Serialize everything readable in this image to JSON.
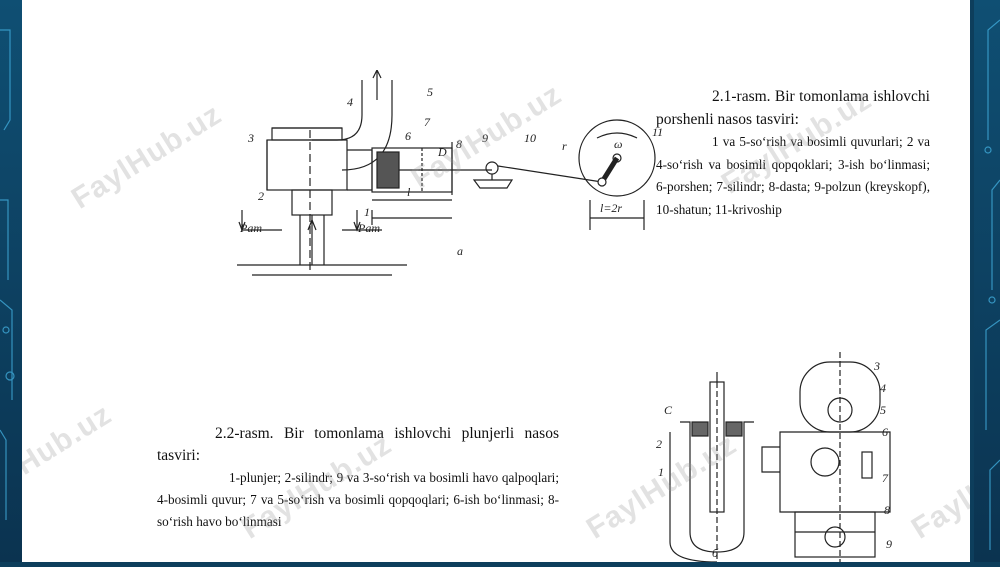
{
  "figure1": {
    "title": "2.1-rasm. Bir tomonlama ishlovchi porshenli nasos tasviri:",
    "legend": "1 va 5-so‘rish va bosimli quvurlari; 2 va 4-so‘rish va bosimli qopqoklari; 3-ish bo‘linmasi; 6-porshen; 7-silindr; 8-dasta; 9-polzun (kreyskopf), 10-shatun; 11-krivoship",
    "labels": {
      "n1": "1",
      "n2": "2",
      "n3": "3",
      "n4": "4",
      "n5": "5",
      "n6": "6",
      "n7": "7",
      "n8": "8",
      "n9": "9",
      "n10": "10",
      "n11": "11",
      "p_left": "Pam",
      "p_right": "Pam",
      "sub": "a",
      "l": "l",
      "D": "D",
      "l2r": "l=2r",
      "r": "r",
      "omega": "ω"
    }
  },
  "figure2": {
    "title": "2.2-rasm. Bir tomonlama ishlovchi plunjerli nasos tasviri:",
    "legend": "1-plunjer; 2-silindr; 9 va 3-so‘rish va bosimli havo qalpoqlari; 4-bosimli quvur; 7 va 5-so‘rish va bosimli qopqoqlari; 6-ish bo‘linmasi; 8-so‘rish havo bo‘linmasi",
    "labels": {
      "n1": "1",
      "n2": "2",
      "n3": "3",
      "n4": "4",
      "n5": "5",
      "n6": "6",
      "n7": "7",
      "n8": "8",
      "n9": "9",
      "c": "C",
      "sub": "б"
    }
  },
  "watermark": "FaylHub.uz"
}
